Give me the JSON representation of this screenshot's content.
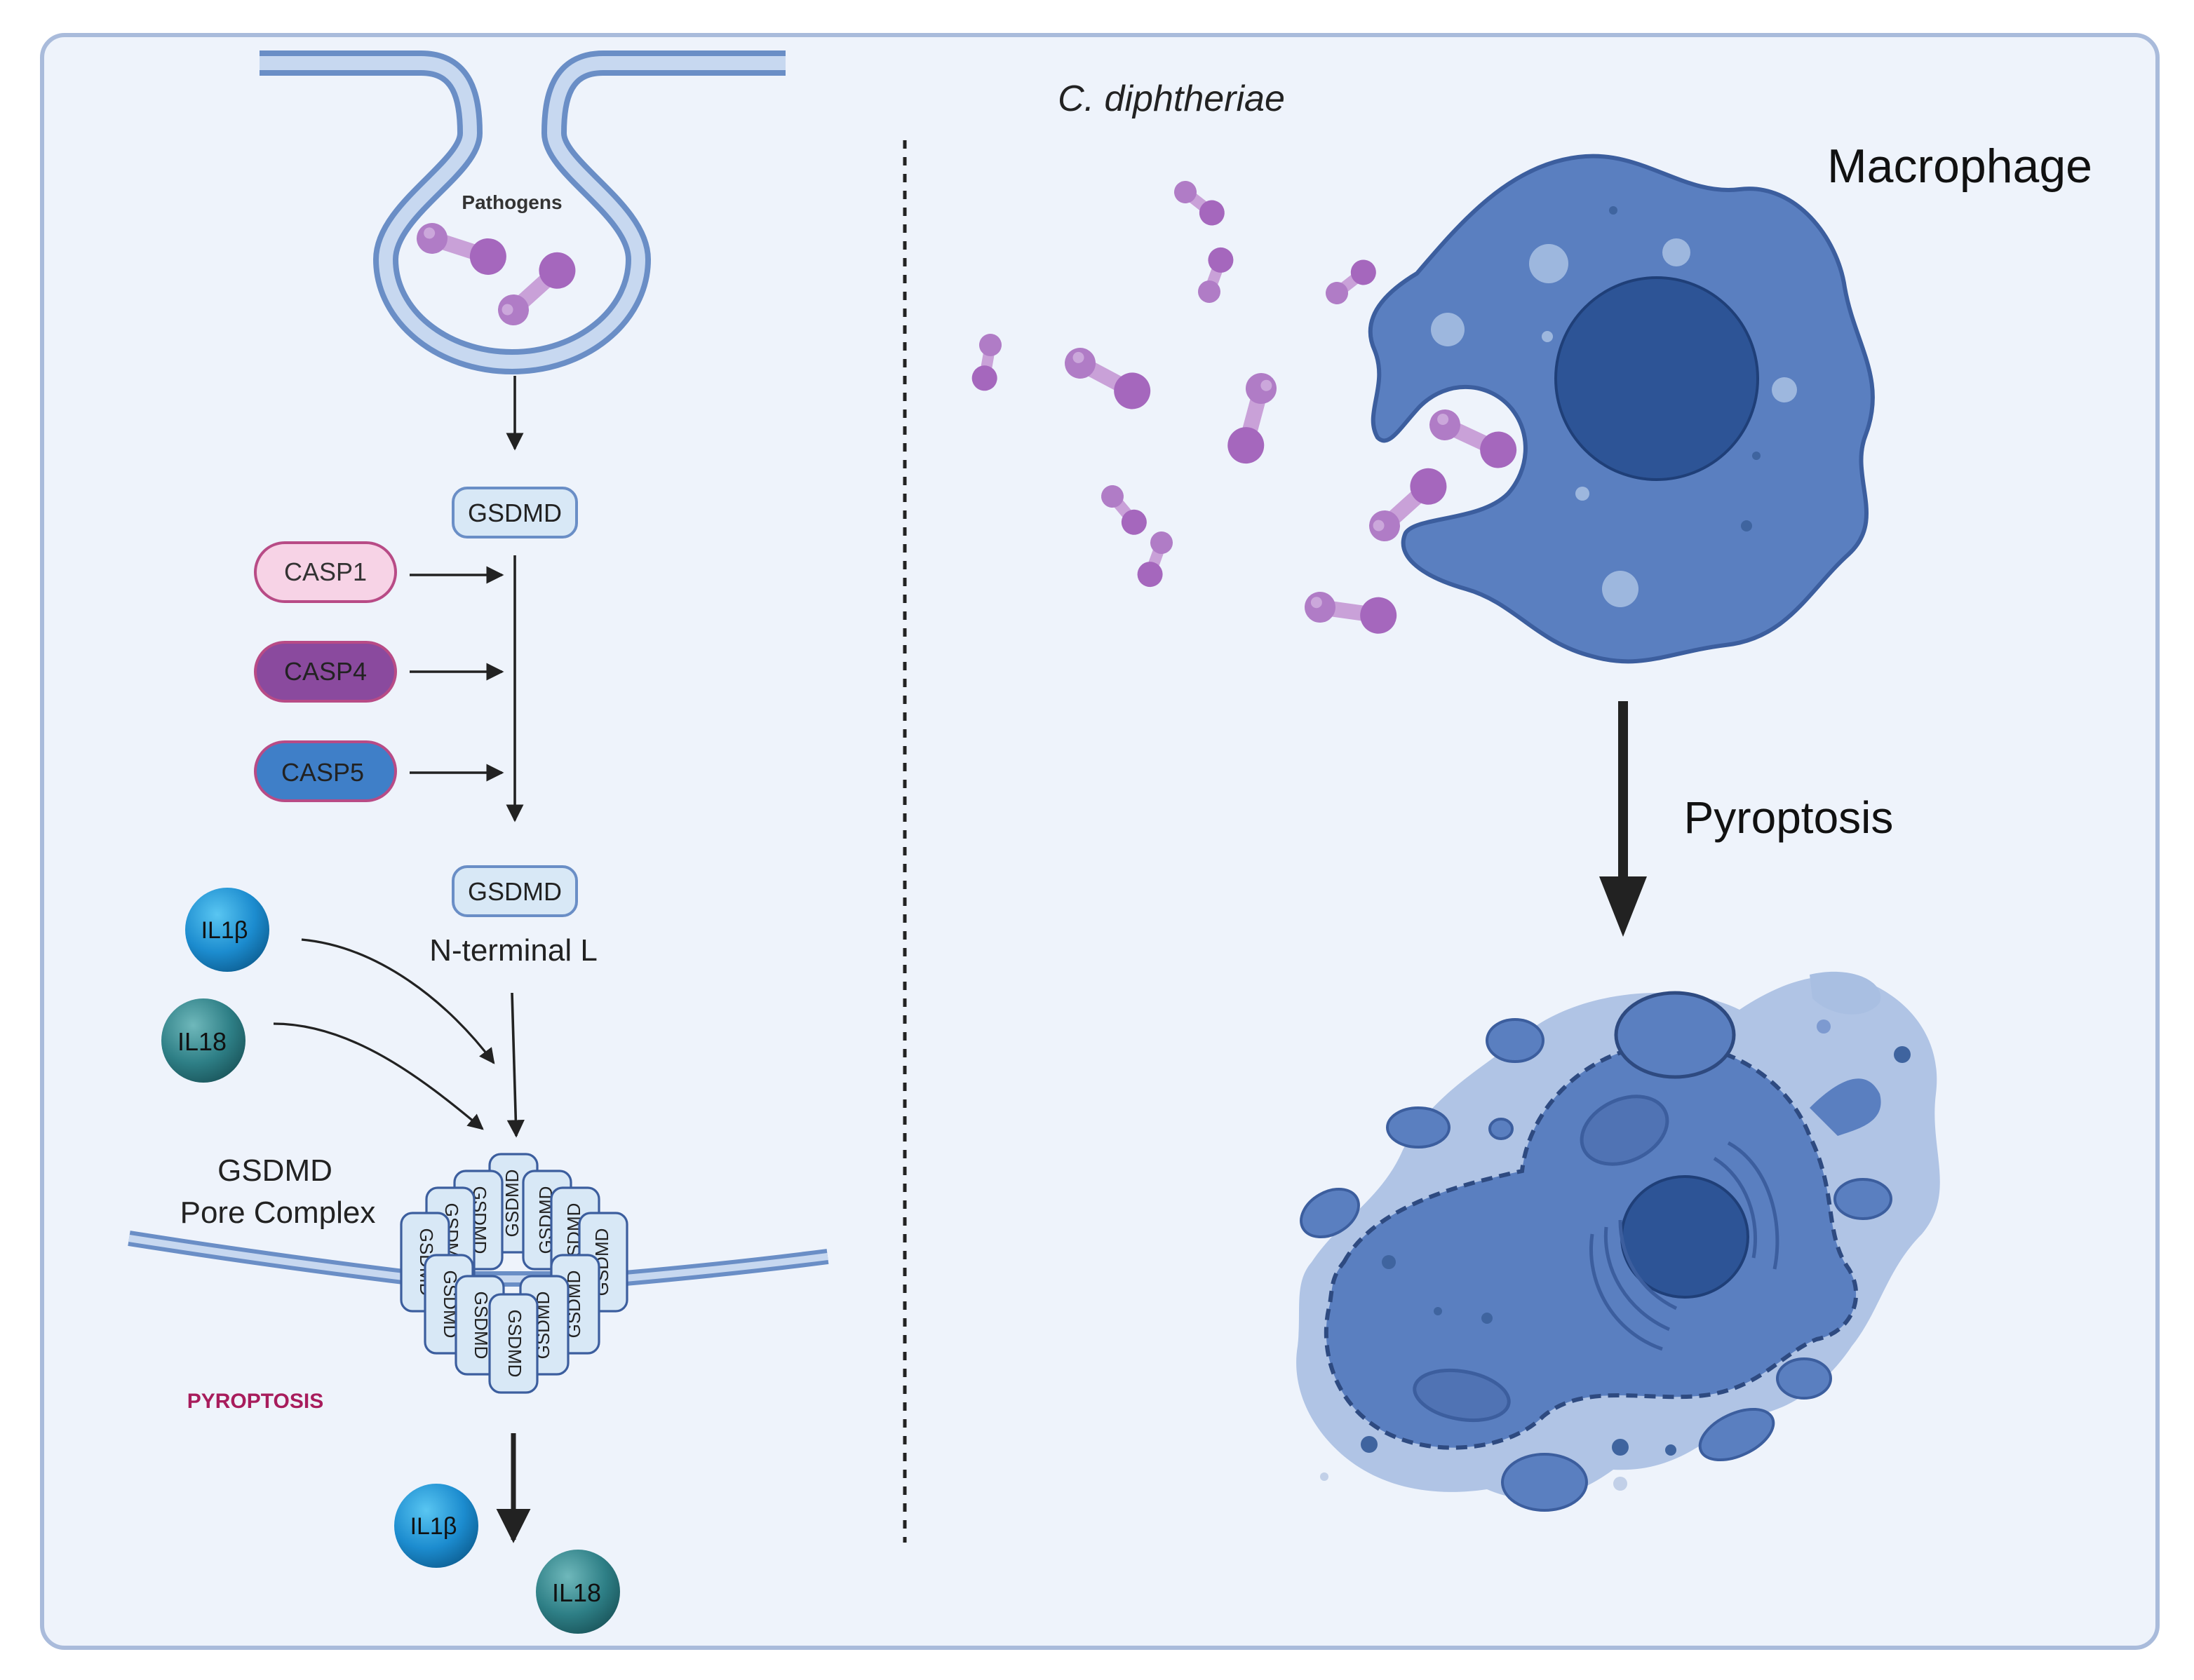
{
  "left_panel": {
    "pathogens_label": "Pathogens",
    "gsdmd_top": "GSDMD",
    "casp1": "CASP1",
    "casp4": "CASP4",
    "casp5": "CASP5",
    "gsdmd_mid": "GSDMD",
    "n_terminal": "N-terminal L",
    "il1b": "IL1β",
    "il18": "IL18",
    "pore_title_1": "GSDMD",
    "pore_title_2": "Pore Complex",
    "pore_unit_label": "GSDMD",
    "pyroptosis_small": "PYROPTOSIS",
    "il1b_out": "IL1β",
    "il18_out": "IL18"
  },
  "right_panel": {
    "species": "C. diphtheriae",
    "macrophage": "Macrophage",
    "pyroptosis": "Pyroptosis"
  },
  "colors": {
    "background": "#eef3fb",
    "frame": "#a9bbdb",
    "membrane_fill": "#b9cdea",
    "membrane_stroke": "#6a8ec6",
    "bacterium": "#b07cc6",
    "bacterium_dark": "#9b5fb5",
    "casp1": "#f7d3e6",
    "casp4": "#8a4a9e",
    "casp5": "#3f7fc8",
    "il1b": "#1c8ccf",
    "il18": "#2e7f86",
    "cell": "#5a7fc0",
    "nucleus": "#2d5496",
    "pyroptosis_text": "#a81c5c"
  },
  "icons": [
    "rod-bacterium-icon",
    "macrophage-cell-icon",
    "pyroptotic-cell-icon",
    "gsdmd-pore-icon",
    "cytokine-sphere-icon"
  ]
}
